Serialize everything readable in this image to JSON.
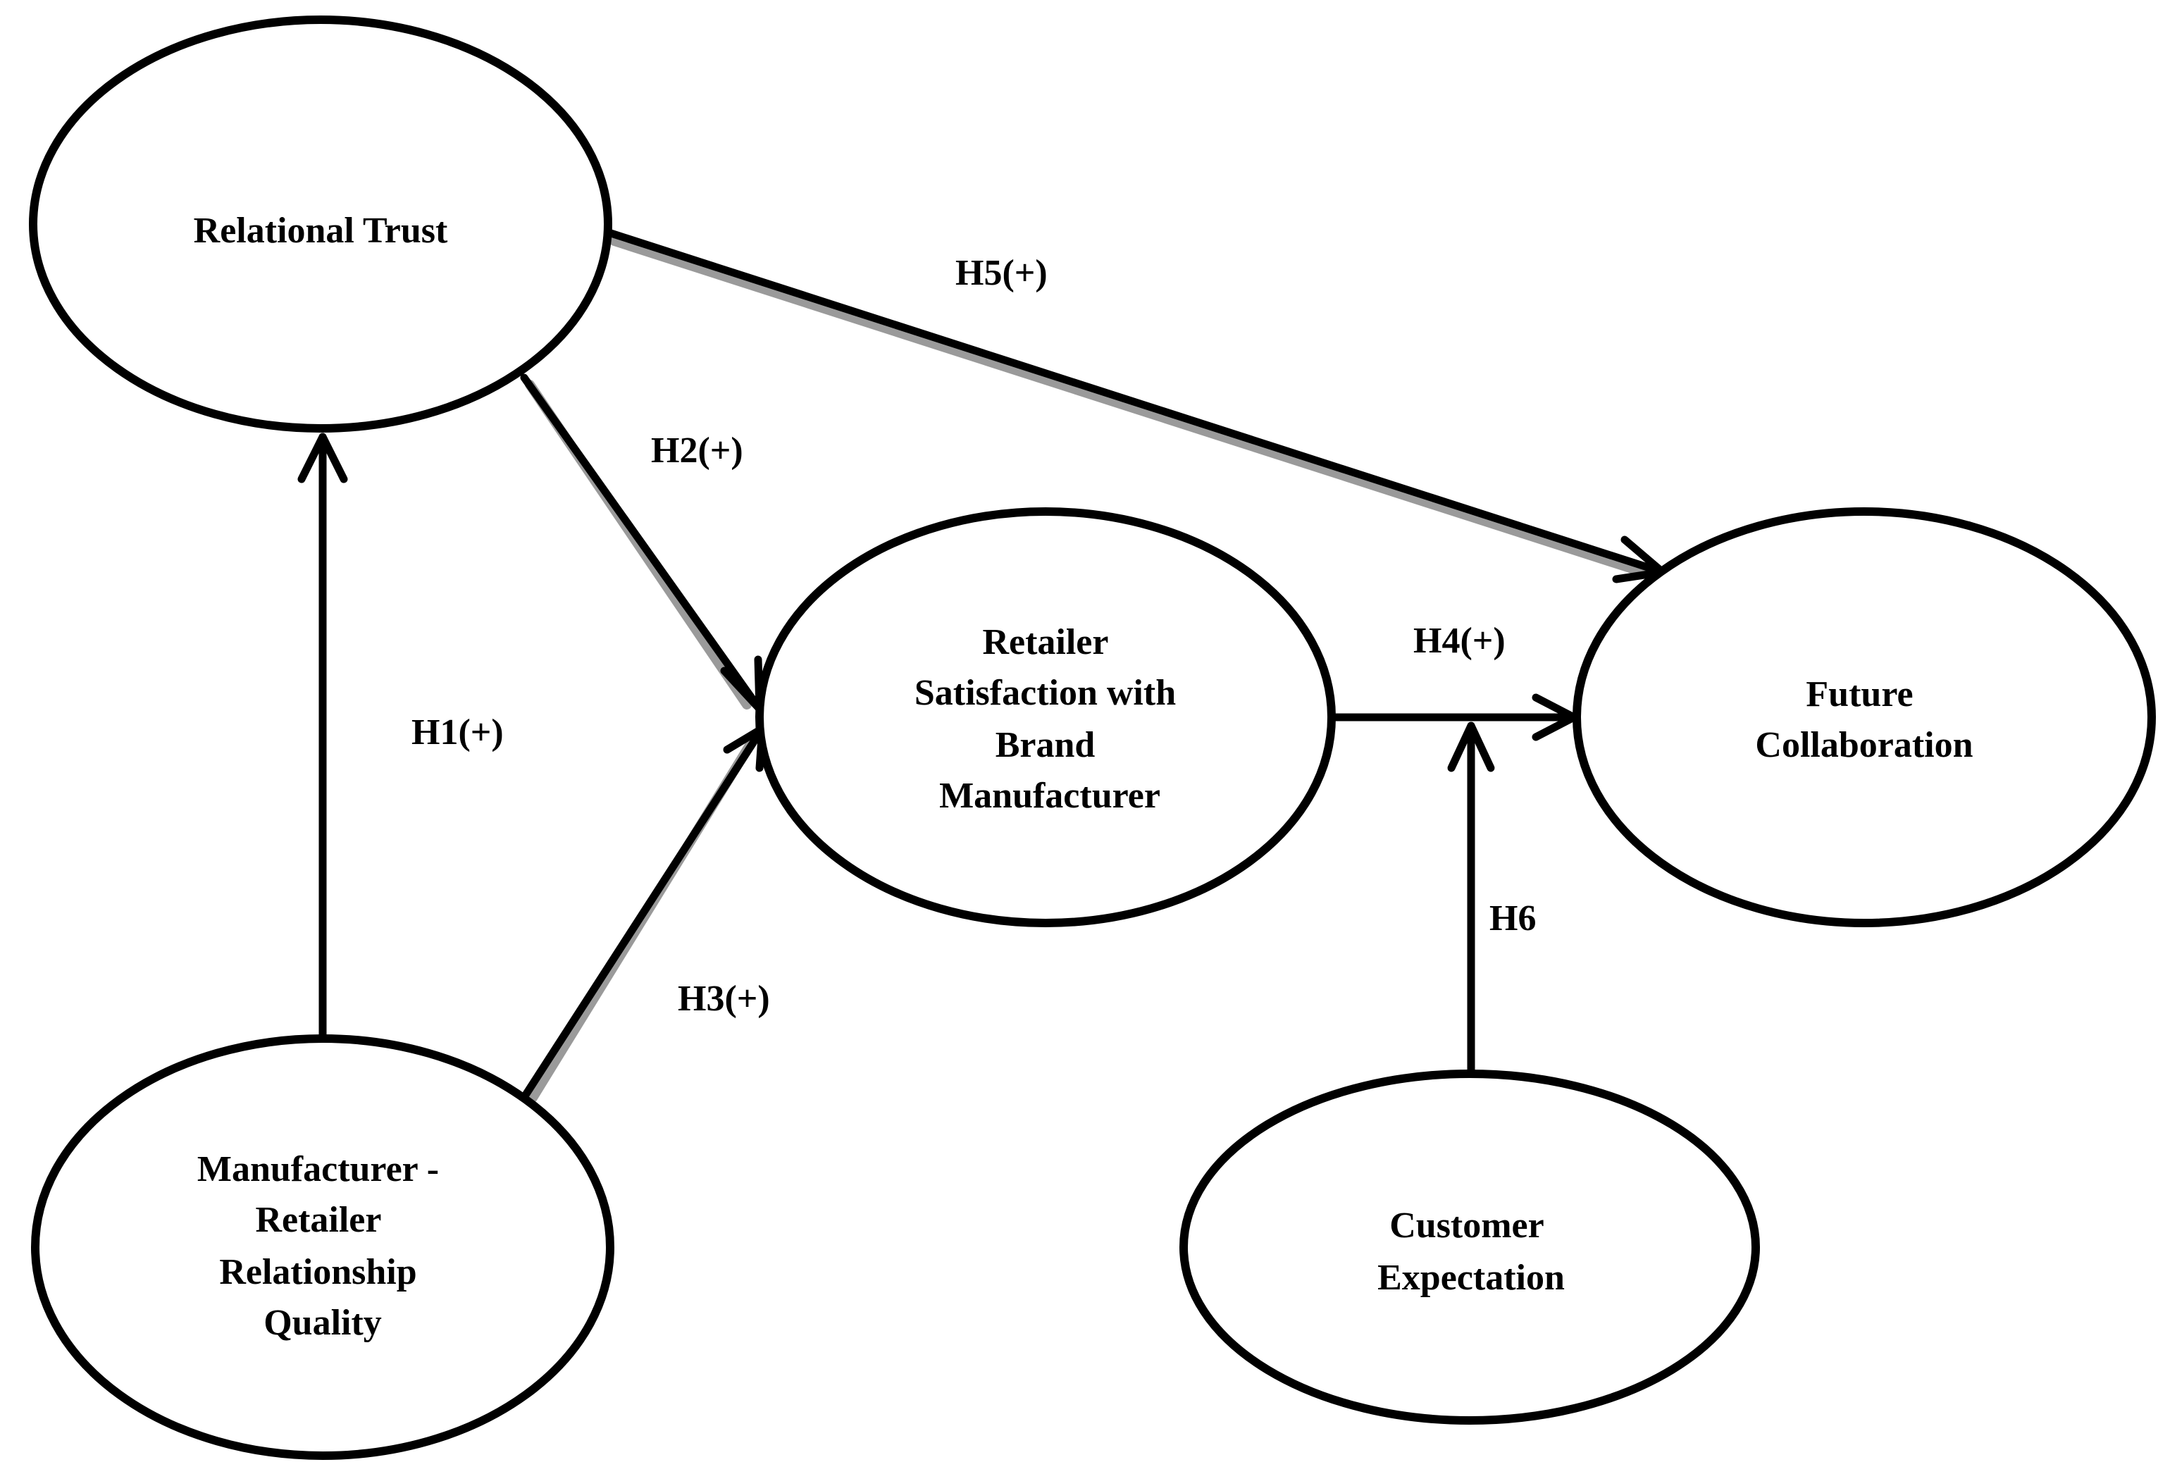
{
  "diagram": {
    "nodes": {
      "relational_trust": {
        "lines": [
          "Relational Trust"
        ]
      },
      "retailer_satisfaction": {
        "lines": [
          "Retailer",
          "Satisfaction with",
          "Brand",
          "Manufacturer"
        ]
      },
      "future_collaboration": {
        "lines": [
          "Future",
          "Collaboration"
        ]
      },
      "relationship_quality": {
        "lines": [
          "Manufacturer -",
          "Retailer",
          "Relationship",
          "Quality"
        ]
      },
      "customer_expectation": {
        "lines": [
          "Customer",
          "Expectation"
        ]
      }
    },
    "edges": {
      "h1": {
        "label": "H1(+)",
        "from": "Manufacturer - Retailer Relationship Quality",
        "to": "Relational Trust"
      },
      "h2": {
        "label": "H2(+)",
        "from": "Relational Trust",
        "to": "Retailer Satisfaction with Brand Manufacturer"
      },
      "h3": {
        "label": "H3(+)",
        "from": "Manufacturer - Retailer Relationship Quality",
        "to": "Retailer Satisfaction with Brand Manufacturer"
      },
      "h4": {
        "label": "H4(+)",
        "from": "Retailer Satisfaction with Brand Manufacturer",
        "to": "Future Collaboration"
      },
      "h5": {
        "label": "H5(+)",
        "from": "Relational Trust",
        "to": "Future Collaboration"
      },
      "h6": {
        "label": "H6",
        "from": "Customer Expectation",
        "to": "H4 path (moderation)"
      }
    },
    "colors": {
      "stroke": "#000000",
      "shadow": "#9a9a9a",
      "background": "#ffffff"
    }
  }
}
